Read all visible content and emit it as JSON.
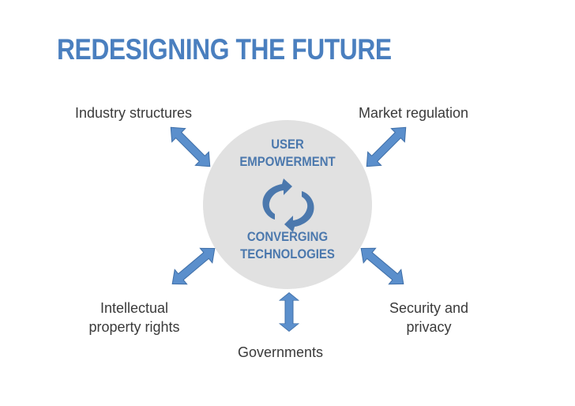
{
  "title": "REDESIGNING THE FUTURE",
  "center": {
    "top_line1": "USER",
    "top_line2": "EMPOWERMENT",
    "bottom_line1": "CONVERGING",
    "bottom_line2": "TECHNOLOGIES"
  },
  "nodes": {
    "industry_structures": "Industry structures",
    "market_regulation": "Market regulation",
    "ip_line1": "Intellectual",
    "ip_line2": "property rights",
    "security_line1": "Security and",
    "security_line2": "privacy",
    "governments": "Governments"
  },
  "colors": {
    "title": "#4a7fbf",
    "arrow_fill": "#5b8fcc",
    "circle": "#e1e1e1",
    "center_text": "#4b78ad"
  }
}
